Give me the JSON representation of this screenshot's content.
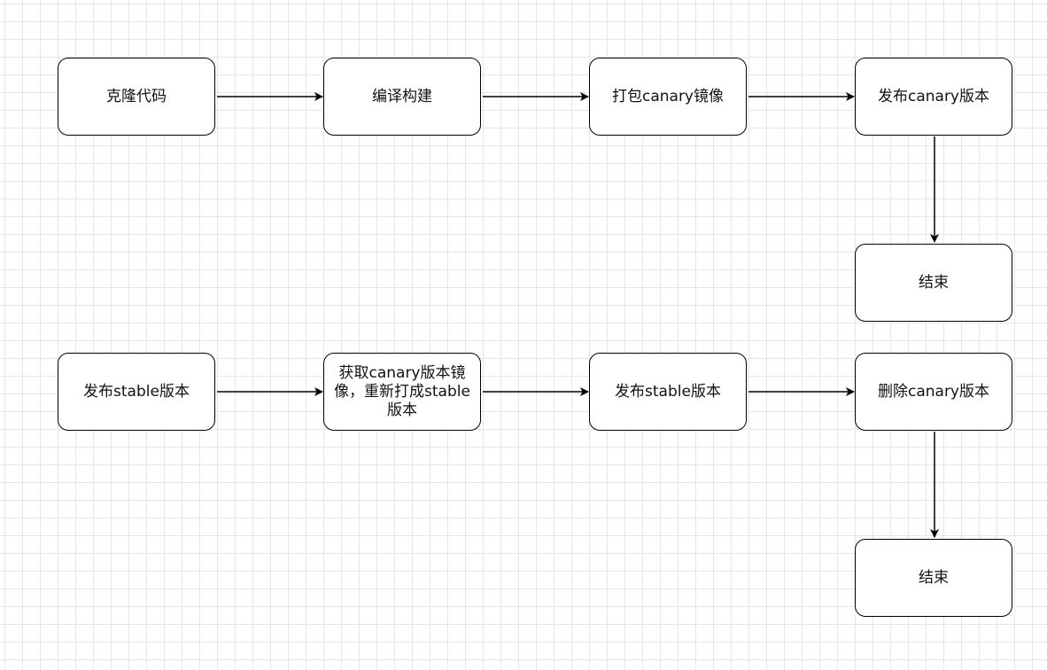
{
  "diagram": {
    "nodes": {
      "clone_code": "克隆代码",
      "compile_build": "编译构建",
      "package_canary": "打包canary镜像",
      "publish_canary": "发布canary版本",
      "end_1": "结束",
      "publish_stable_start": "发布stable版本",
      "retag_stable": "获取canary版本镜像，重新打成stable版本",
      "publish_stable": "发布stable版本",
      "delete_canary": "删除canary版本",
      "end_2": "结束"
    },
    "edges": [
      {
        "from": "clone_code",
        "to": "compile_build"
      },
      {
        "from": "compile_build",
        "to": "package_canary"
      },
      {
        "from": "package_canary",
        "to": "publish_canary"
      },
      {
        "from": "publish_canary",
        "to": "end_1"
      },
      {
        "from": "publish_stable_start",
        "to": "retag_stable"
      },
      {
        "from": "retag_stable",
        "to": "publish_stable"
      },
      {
        "from": "publish_stable",
        "to": "delete_canary"
      },
      {
        "from": "delete_canary",
        "to": "end_2"
      }
    ]
  }
}
